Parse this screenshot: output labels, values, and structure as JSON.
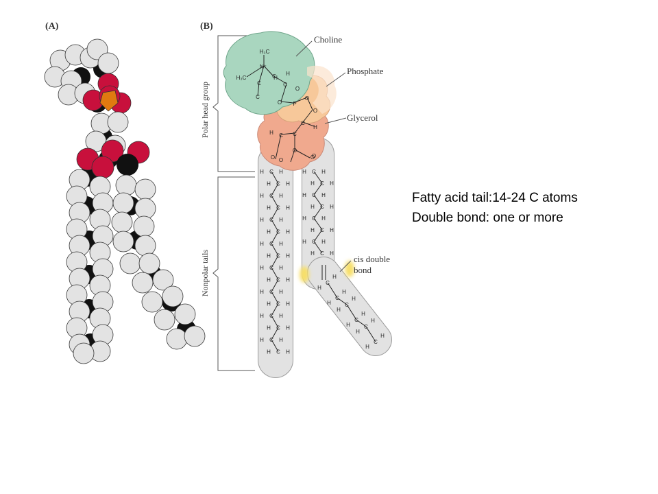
{
  "panel_a": {
    "label": "(A)"
  },
  "panel_b": {
    "label": "(B)",
    "callouts": {
      "choline": "Choline",
      "phosphate": "Phosphate",
      "glycerol": "Glycerol",
      "cis_double_bond_line1": "cis double",
      "cis_double_bond_line2": "bond"
    },
    "brackets": {
      "polar_head_group": "Polar head group",
      "nonpolar_tails": "Nonpolar tails"
    },
    "atoms": {
      "carbon": "C",
      "hydrogen": "H",
      "oxygen": "O",
      "phosphorus": "P",
      "nitrogen": "N⁺",
      "methyl": "H₃C"
    }
  },
  "caption": {
    "line1": "Fatty acid tail:14-24 C atoms",
    "line2": "Double bond: one or more"
  },
  "colors": {
    "hydrogen_sphere": "#e3e3e3",
    "carbon_sphere": "#111111",
    "oxygen_sphere": "#c8103c",
    "phosphorus_sphere": "#e07a10",
    "choline_region": "#a9d6bf",
    "phosphate_region": "#f7c89a",
    "glycerol_region": "#f0a98e",
    "tail_region": "#e2e2e2",
    "cis_highlight": "#f7df6a"
  }
}
